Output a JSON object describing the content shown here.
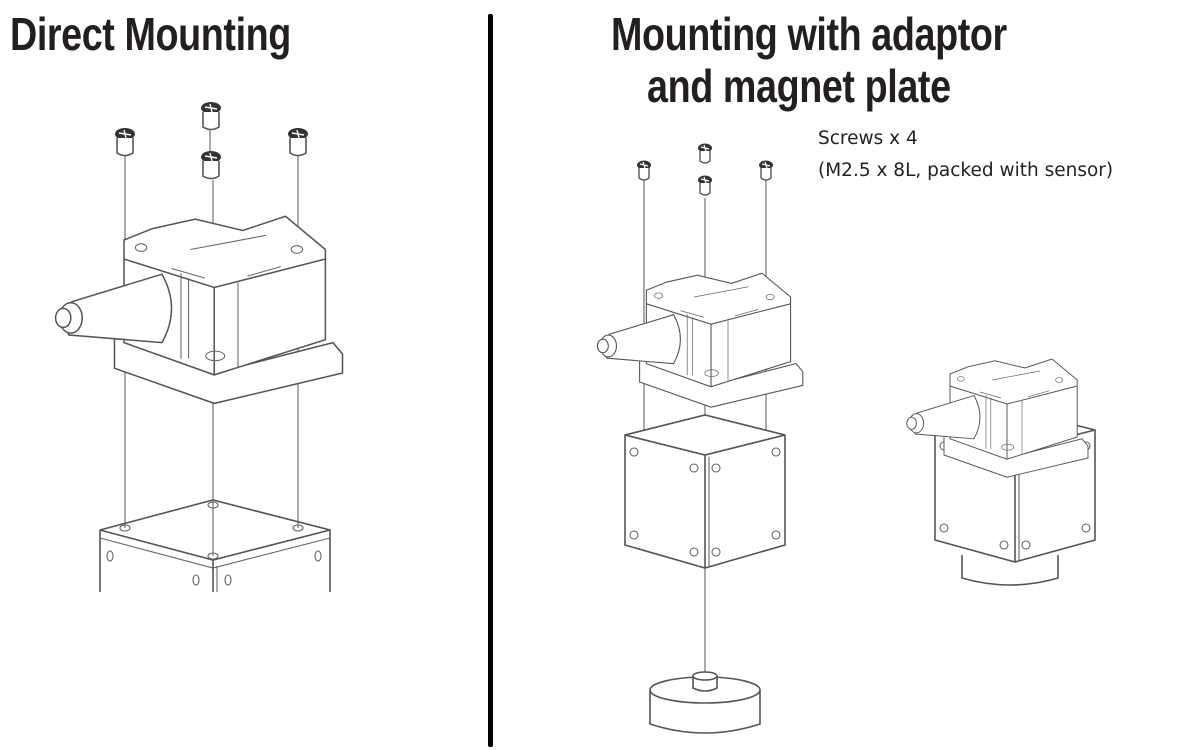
{
  "left_panel": {
    "title": "Direct Mounting",
    "parts": [
      "screw",
      "screw",
      "screw",
      "screw",
      "sensor",
      "mounting-surface"
    ]
  },
  "right_panel": {
    "title_line1": "Mounting with adaptor",
    "title_line2": "and magnet plate",
    "screws_note_line1": "Screws x 4",
    "screws_note_line2": "(M2.5 x 8L, packed with sensor)",
    "parts": [
      "screw",
      "screw",
      "screw",
      "screw",
      "sensor",
      "adaptor-block",
      "magnet-plate"
    ],
    "assembled_view": "sensor-on-adaptor-assembled"
  },
  "colors": {
    "title": "#231f20",
    "line_art": "#555555",
    "divider": "#000000",
    "background": "#ffffff"
  }
}
